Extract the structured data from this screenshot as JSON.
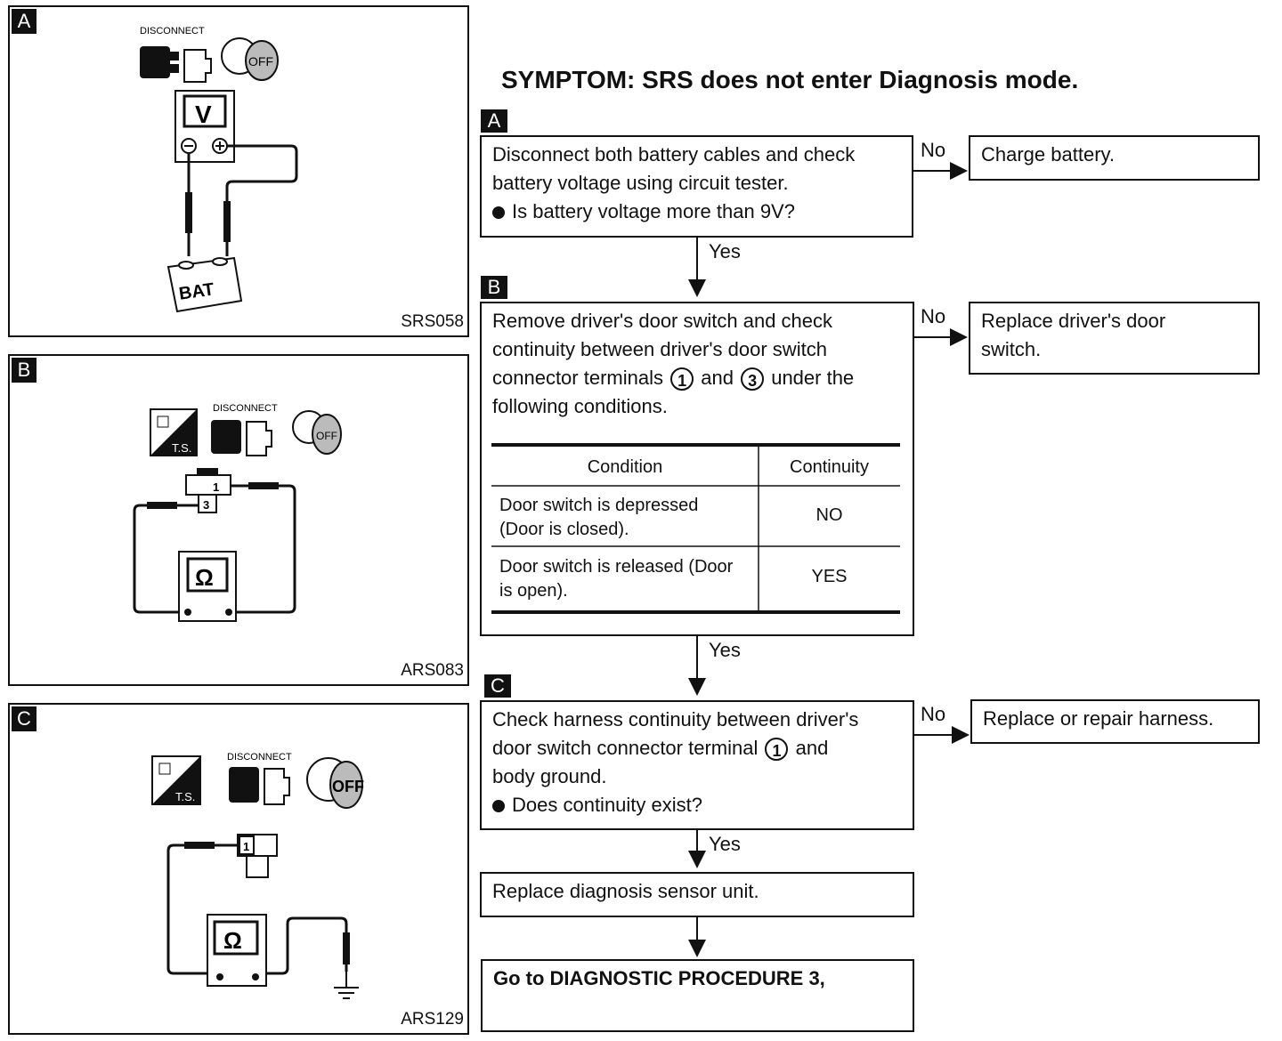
{
  "title": "SYMPTOM: SRS does not enter Diagnosis mode.",
  "panels": [
    {
      "tag": "A",
      "code": "SRS058",
      "disconnect": "DISCONNECT",
      "key": "OFF",
      "meter": "V",
      "battery": "BAT"
    },
    {
      "tag": "B",
      "code": "ARS083",
      "disconnect": "DISCONNECT",
      "key": "OFF",
      "ts": "T.S.",
      "meter": "Ω",
      "pin_a": "1",
      "pin_b": "3"
    },
    {
      "tag": "C",
      "code": "ARS129",
      "disconnect": "DISCONNECT",
      "key": "OFF",
      "ts": "T.S.",
      "meter": "Ω",
      "pin_a": "1"
    }
  ],
  "steps": {
    "a": {
      "tag": "A",
      "line1": "Disconnect both battery cables and check",
      "line2": "battery voltage using circuit tester.",
      "question": "Is battery voltage more than 9V?"
    },
    "b": {
      "tag": "B",
      "line1": "Remove driver's door switch and check",
      "line2": "continuity between driver's door switch",
      "line3_pre": "connector terminals",
      "t1": "1",
      "and": "and",
      "t3": "3",
      "line3_post": "under the",
      "line4": "following conditions."
    },
    "c": {
      "tag": "C",
      "line1": "Check harness continuity between driver's",
      "line2_pre": "door switch connector terminal",
      "t1": "1",
      "line2_post": "and",
      "line3": "body ground.",
      "question": "Does continuity exist?"
    }
  },
  "table": {
    "headers": [
      "Condition",
      "Continuity"
    ],
    "rows": [
      {
        "c1": "Door switch is depressed",
        "c2": "(Door is closed).",
        "value": "NO"
      },
      {
        "c1": "Door switch is released (Door",
        "c2": "is open).",
        "value": "YES"
      }
    ]
  },
  "results": {
    "a_no": "Charge battery.",
    "b_no_1": "Replace driver's door",
    "b_no_2": "switch.",
    "c_no": "Replace or repair harness.",
    "c_yes": "Replace diagnosis sensor unit.",
    "final": "Go to DIAGNOSTIC PROCEDURE 3,"
  },
  "labels": {
    "no": "No",
    "yes": "Yes"
  }
}
